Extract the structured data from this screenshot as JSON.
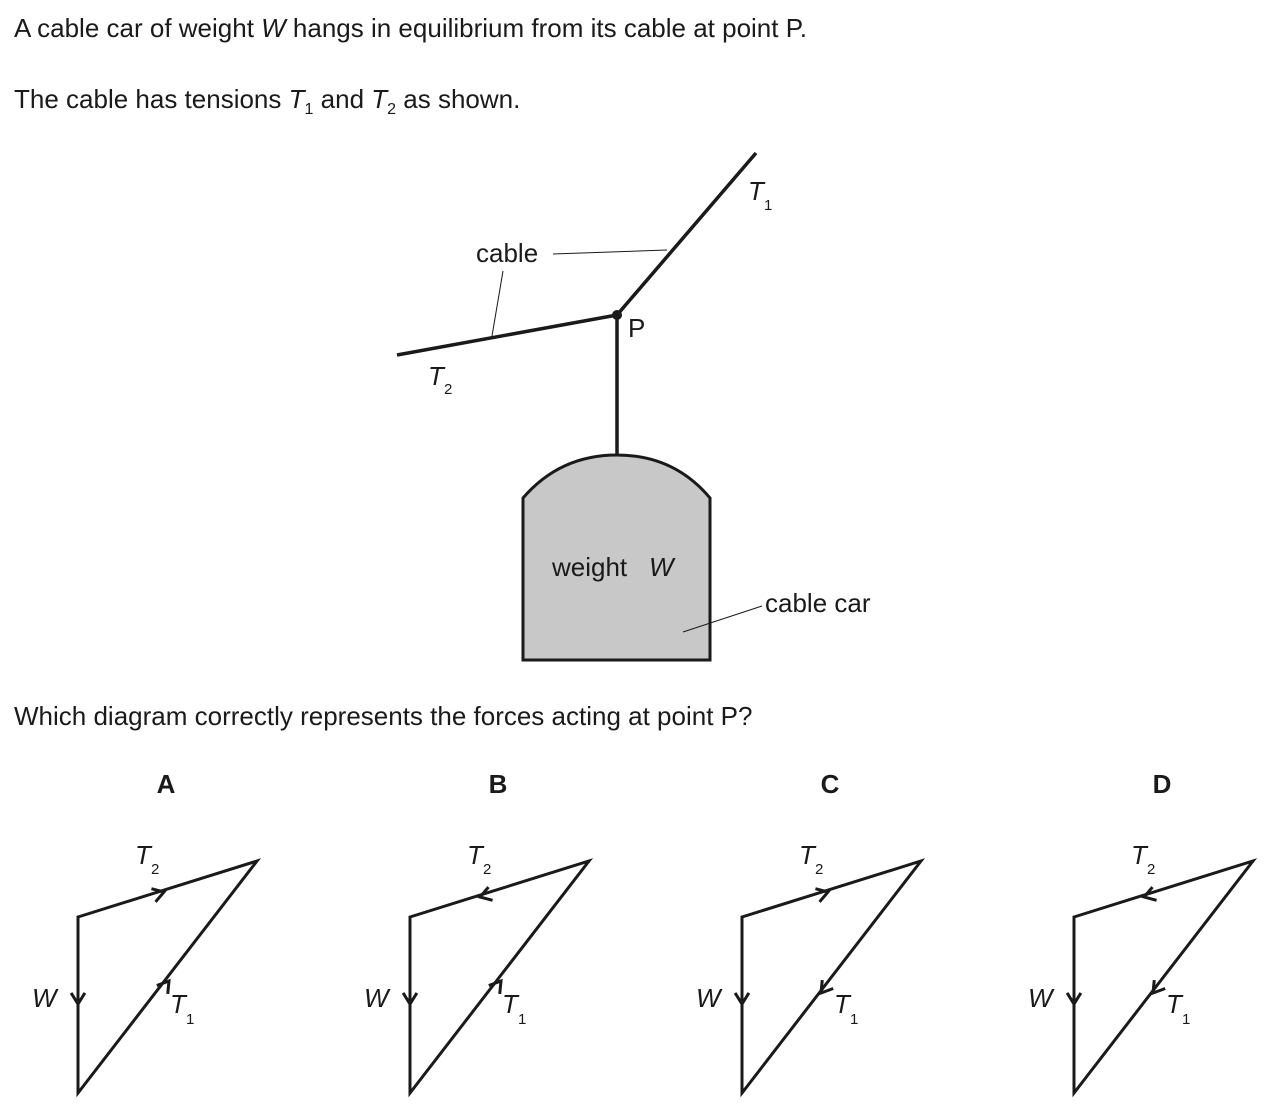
{
  "question": {
    "line1_pre": "A cable car of weight ",
    "line1_var": "W",
    "line1_post": " hangs in equilibrium from its cable at point P.",
    "line2_pre": "The cable has tensions ",
    "line2_t1": "T",
    "line2_t1_sub": "1",
    "line2_mid": " and ",
    "line2_t2": "T",
    "line2_t2_sub": "2",
    "line2_post": " as shown.",
    "prompt": "Which diagram correctly represents the forces acting at point P?"
  },
  "figure": {
    "label_cable": "cable",
    "label_point": "P",
    "label_t1": "T",
    "label_t1_sub": "1",
    "label_t2": "T",
    "label_t2_sub": "2",
    "car_text": "weight ",
    "car_var": "W",
    "label_cable_car": "cable car",
    "car_fill": "#c8c8c8"
  },
  "options": [
    {
      "letter": "A",
      "w": "W",
      "t": "T",
      "t1_sub": "1",
      "t2_sub": "2",
      "t1_arrow": "up",
      "t2_arrow": "right"
    },
    {
      "letter": "B",
      "w": "W",
      "t": "T",
      "t1_sub": "1",
      "t2_sub": "2",
      "t1_arrow": "up",
      "t2_arrow": "left"
    },
    {
      "letter": "C",
      "w": "W",
      "t": "T",
      "t1_sub": "1",
      "t2_sub": "2",
      "t1_arrow": "down",
      "t2_arrow": "right"
    },
    {
      "letter": "D",
      "w": "W",
      "t": "T",
      "t1_sub": "1",
      "t2_sub": "2",
      "t1_arrow": "down",
      "t2_arrow": "left"
    }
  ]
}
